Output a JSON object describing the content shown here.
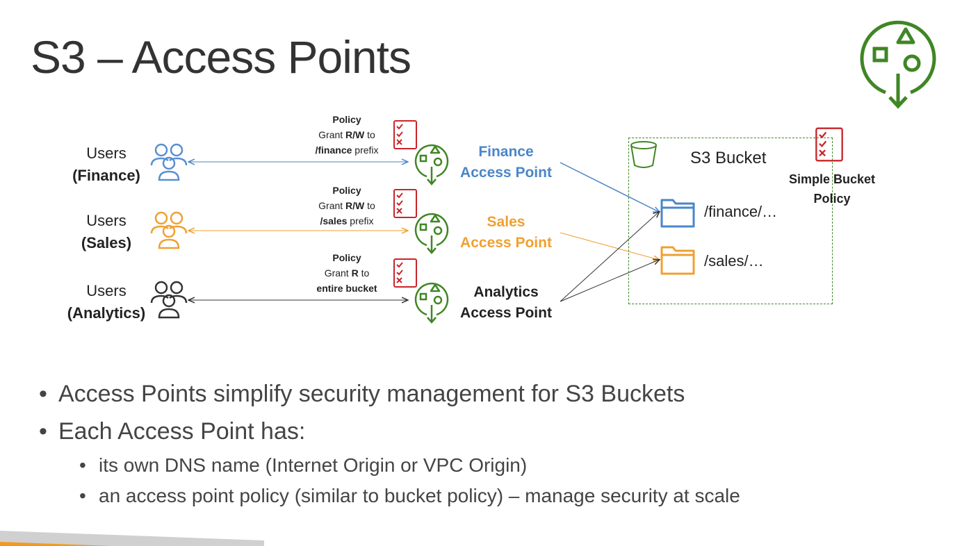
{
  "title": "S3 – Access Points",
  "users": [
    {
      "line1": "Users",
      "line2": "(Finance)",
      "color": "#5a8fd1"
    },
    {
      "line1": "Users",
      "line2": "(Sales)",
      "color": "#f0a030"
    },
    {
      "line1": "Users",
      "line2": "(Analytics)",
      "color": "#333333"
    }
  ],
  "policies": [
    {
      "heading": "Policy",
      "grant": "Grant ",
      "perm": "R/W",
      "to": " to",
      "target": "/finance",
      "suffix": " prefix"
    },
    {
      "heading": "Policy",
      "grant": "Grant ",
      "perm": "R/W",
      "to": " to",
      "target": "/sales",
      "suffix": " prefix"
    },
    {
      "heading": "Policy",
      "grant": "Grant ",
      "perm": "R",
      "to": " to",
      "target": "entire bucket",
      "suffix": ""
    }
  ],
  "access_points": [
    {
      "line1": "Finance",
      "line2": "Access Point",
      "color": "#4a86c8"
    },
    {
      "line1": "Sales",
      "line2": "Access Point",
      "color": "#f0a030"
    },
    {
      "line1": "Analytics",
      "line2": "Access Point",
      "color": "#222222"
    }
  ],
  "bucket": {
    "title": "S3 Bucket",
    "policy_line1": "Simple Bucket",
    "policy_line2": "Policy",
    "folders": [
      {
        "label": "/finance/…",
        "color": "#4a86c8"
      },
      {
        "label": "/sales/…",
        "color": "#f0a030"
      }
    ]
  },
  "bullets": [
    {
      "level": 1,
      "text": "Access Points simplify security management for S3 Buckets"
    },
    {
      "level": 1,
      "text": "Each Access Point has:"
    },
    {
      "level": 2,
      "text": "its own DNS name (Internet Origin or VPC Origin)"
    },
    {
      "level": 2,
      "text": "an access point policy (similar to bucket policy) – manage security at scale"
    }
  ],
  "colors": {
    "aws_green": "#3f8624",
    "policy_red": "#c7252b",
    "finance_blue": "#4a86c8",
    "sales_orange": "#f0a030",
    "analytics_dark": "#333333",
    "footer_orange": "#f29a1f"
  },
  "icons": {
    "access_point": "access-point-icon",
    "policy": "policy-checklist-icon",
    "users": "users-group-icon",
    "bucket": "bucket-icon",
    "folder": "folder-icon"
  }
}
